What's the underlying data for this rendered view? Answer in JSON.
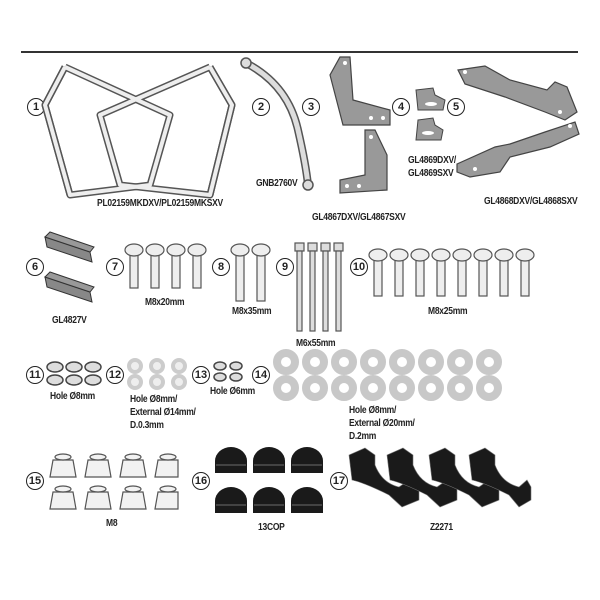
{
  "diagram": {
    "type": "parts-kit-exploded",
    "items": [
      {
        "number": "1",
        "label": "PL02159MKDXV/PL02159MKSXV",
        "part": "side-case-frames"
      },
      {
        "number": "2",
        "label": "GNB2760V",
        "part": "curved-tube-bar"
      },
      {
        "number": "3",
        "label": "GL4867DXV/GL4867SXV",
        "part": "l-brackets"
      },
      {
        "number": "4",
        "label": "GL4869DXV/\nGL4869SXV",
        "part": "small-brackets"
      },
      {
        "number": "5",
        "label": "GL4868DXV/GL4868SXV",
        "part": "long-plates"
      },
      {
        "number": "6",
        "label": "GL4827V",
        "part": "flat-plates"
      },
      {
        "number": "7",
        "label": "M8x20mm",
        "part": "screws",
        "qty": 4
      },
      {
        "number": "8",
        "label": "M8x35mm",
        "part": "screws",
        "qty": 2
      },
      {
        "number": "9",
        "label": "M6x55mm",
        "part": "long-screws",
        "qty": 4
      },
      {
        "number": "10",
        "label": "M8x25mm",
        "part": "screws",
        "qty": 8
      },
      {
        "number": "11",
        "label": "Hole Ø8mm",
        "part": "spring-washers",
        "qty": 6
      },
      {
        "number": "12",
        "label": "Hole Ø8mm/\nExternal Ø14mm/\nD.0.3mm",
        "part": "flat-washers",
        "qty": 6
      },
      {
        "number": "13",
        "label": "Hole Ø6mm",
        "part": "spring-washers",
        "qty": 4
      },
      {
        "number": "14",
        "label": "Hole Ø8mm/\nExternal Ø20mm/\nD.2mm",
        "part": "large-washers",
        "qty": 16
      },
      {
        "number": "15",
        "label": "M8",
        "part": "flange-nuts",
        "qty": 8
      },
      {
        "number": "16",
        "label": "13COP",
        "part": "cap-nuts",
        "qty": 6
      },
      {
        "number": "17",
        "label": "Z2271",
        "part": "spacer-blocks",
        "qty": 4
      }
    ]
  },
  "colors": {
    "line": "#333333",
    "part_fill": "#e6e6e6",
    "plate_fill": "#9a9a9a",
    "washer_fill": "#c8c8c8",
    "black_parts": "#1a1a1a"
  }
}
